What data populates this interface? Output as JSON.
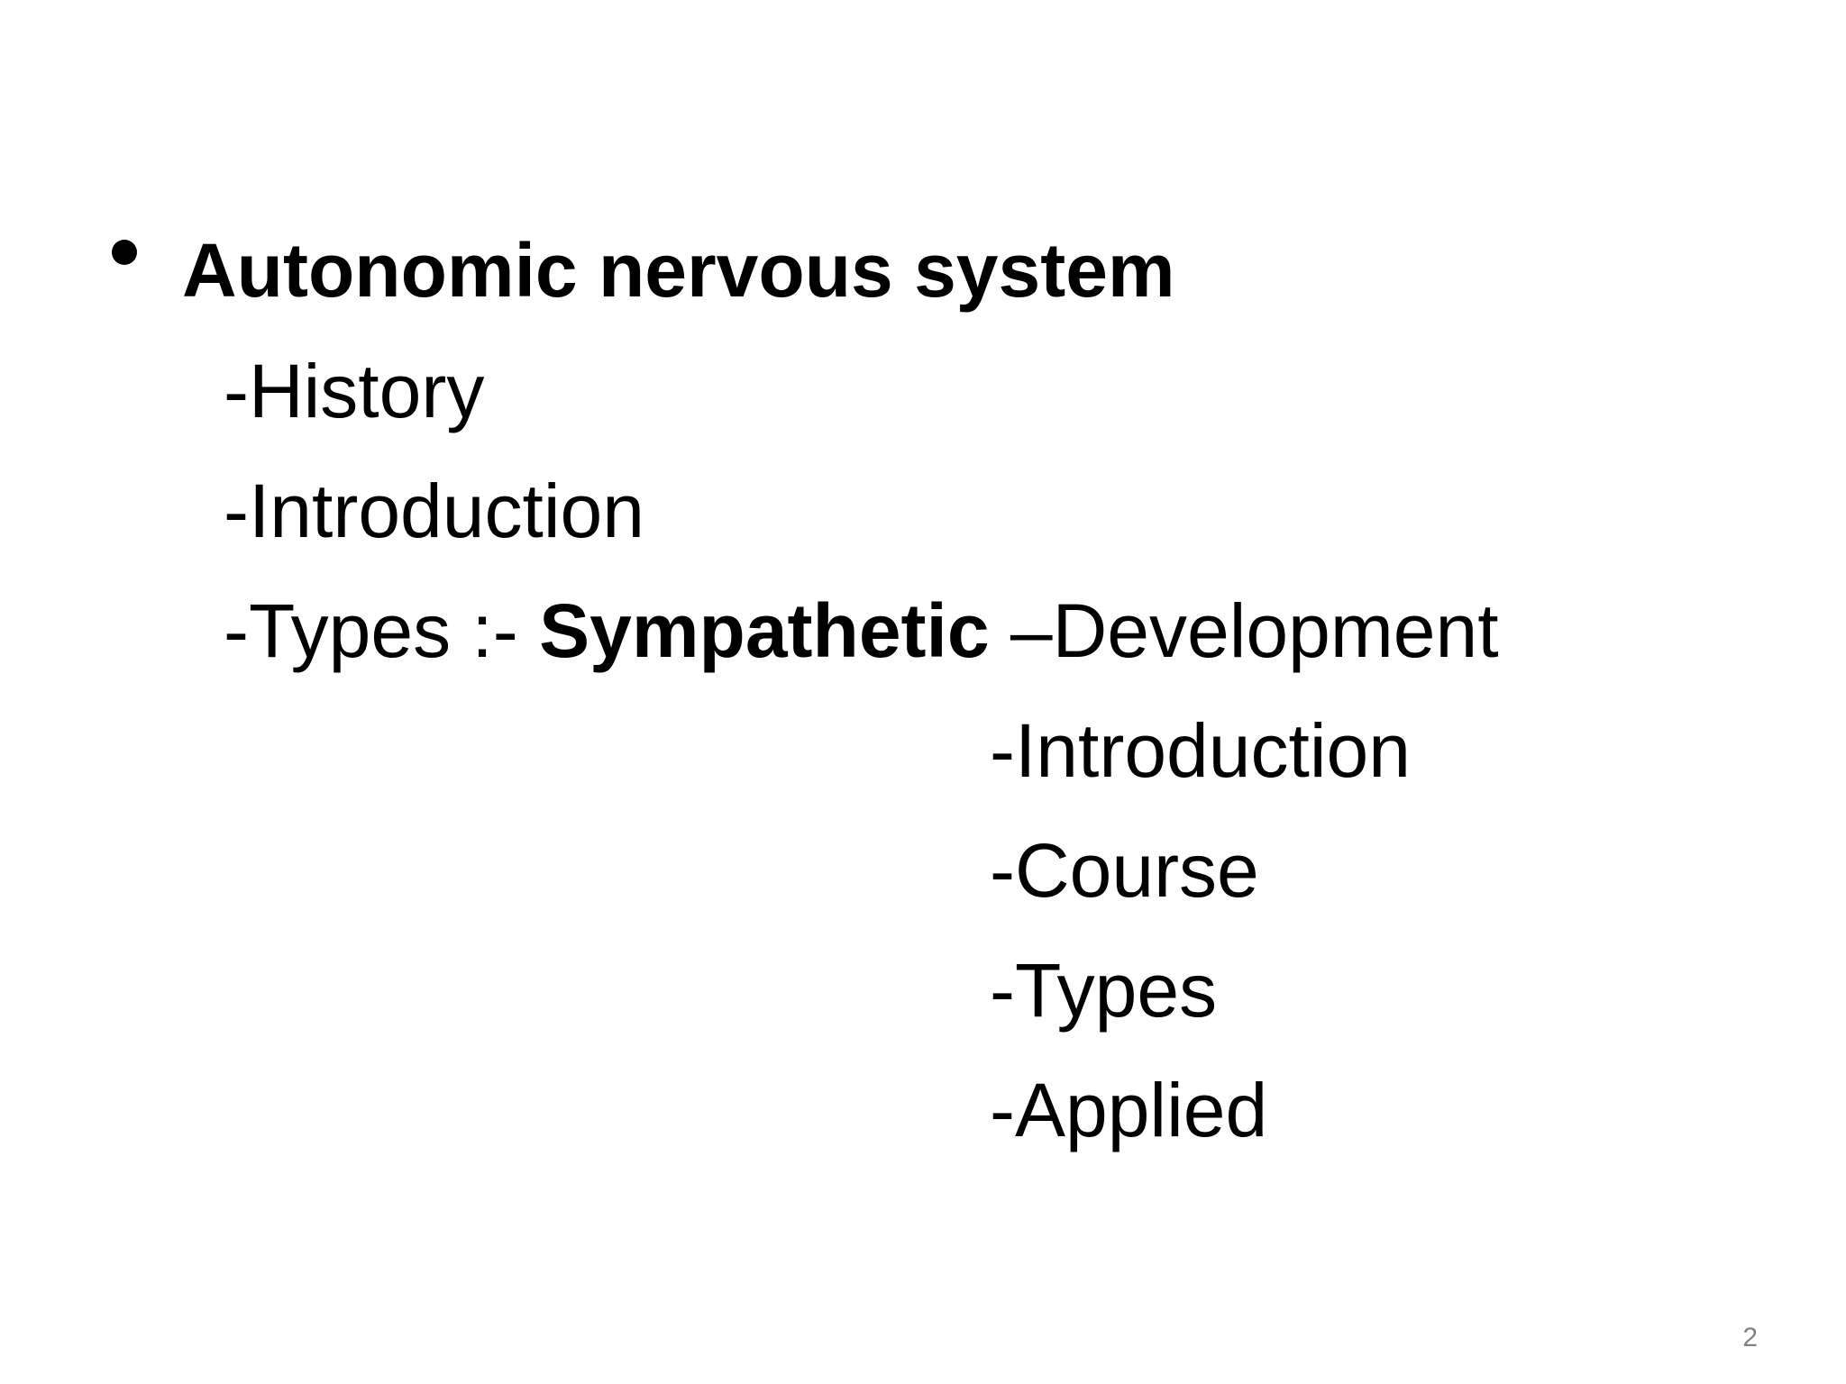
{
  "slide": {
    "heading": "Autonomic nervous system",
    "items": [
      "-History",
      "-Introduction"
    ],
    "types_line": {
      "prefix": "-Types :- ",
      "bold_word": "Sympathetic",
      "suffix": " –Development"
    },
    "sub_items": [
      "-Introduction",
      "-Course",
      "-Types",
      "-Applied"
    ],
    "page_number": "2"
  }
}
